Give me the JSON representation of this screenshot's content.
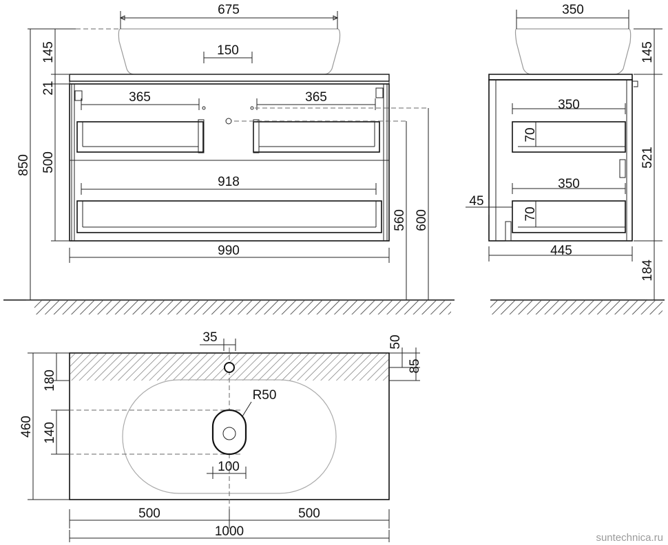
{
  "dimensions": {
    "front": {
      "bowl_width": "675",
      "bowl_height": "145",
      "tap_hole_spacing": "150",
      "top_thickness": "21",
      "upper_drawer_left_width": "365",
      "upper_drawer_right_width": "365",
      "drawers_height": "500",
      "lower_drawer_width": "918",
      "total_height": "850",
      "cabinet_width": "990",
      "drain_height_low": "560",
      "drain_height_high": "600"
    },
    "side": {
      "bowl_depth": "350",
      "bowl_height": "145",
      "upper_drawer_depth": "350",
      "upper_drawer_height": "70",
      "cabinet_height": "521",
      "lower_drawer_depth": "350",
      "lower_drawer_height": "70",
      "back_offset": "45",
      "cabinet_depth": "445",
      "mount_height": "184"
    },
    "top": {
      "tap_offset": "35",
      "tap_from_back_a": "50",
      "tap_from_back_b": "85",
      "back_zone_depth": "180",
      "drain_radius": "R50",
      "slot_length": "140",
      "slot_width": "100",
      "total_depth": "460",
      "half_left": "500",
      "half_right": "500",
      "total_width": "1000"
    }
  },
  "watermark": "suntechnica.ru"
}
